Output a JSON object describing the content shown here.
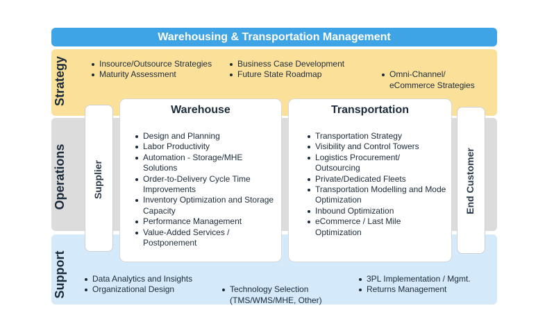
{
  "title": "Warehousing & Transportation Management",
  "bands": {
    "strategy": "Strategy",
    "operations": "Operations",
    "support": "Support"
  },
  "strategy": {
    "col1": [
      "Insource/Outsource Strategies",
      "Maturity Assessment"
    ],
    "col2": [
      "Business  Case Development",
      "Future State Roadmap"
    ],
    "col3": [
      "Omni-Channel/\neCommerce Strategies"
    ]
  },
  "operations": {
    "supplier": "Supplier",
    "end_customer": "End Customer",
    "warehouse": {
      "title": "Warehouse",
      "items": [
        "Design and Planning",
        "Labor Productivity",
        "Automation - Storage/MHE Solutions",
        "Order-to-Delivery Cycle Time Improvements",
        "Inventory Optimization and Storage Capacity",
        "Performance Management",
        "Value-Added Services / Postponement"
      ]
    },
    "transportation": {
      "title": "Transportation",
      "items": [
        "Transportation Strategy",
        "Visibility and Control Towers",
        "Logistics Procurement/ Outsourcing",
        "Private/Dedicated Fleets",
        "Transportation Modelling and Mode Optimization",
        "Inbound Optimization",
        "eCommerce / Last Mile Optimization"
      ]
    }
  },
  "support": {
    "col1": [
      "Data Analytics and Insights",
      "Organizational Design"
    ],
    "col2": [
      "Technology Selection\n(TMS/WMS/MHE, Other)"
    ],
    "col3": [
      "3PL Implementation / Mgmt.",
      "Returns Management"
    ]
  },
  "colors": {
    "title_bg": "#3fa4e6",
    "strategy_bg": "#fbe09a",
    "operations_bg": "#dcdcdc",
    "support_bg": "#d4e9fa"
  }
}
